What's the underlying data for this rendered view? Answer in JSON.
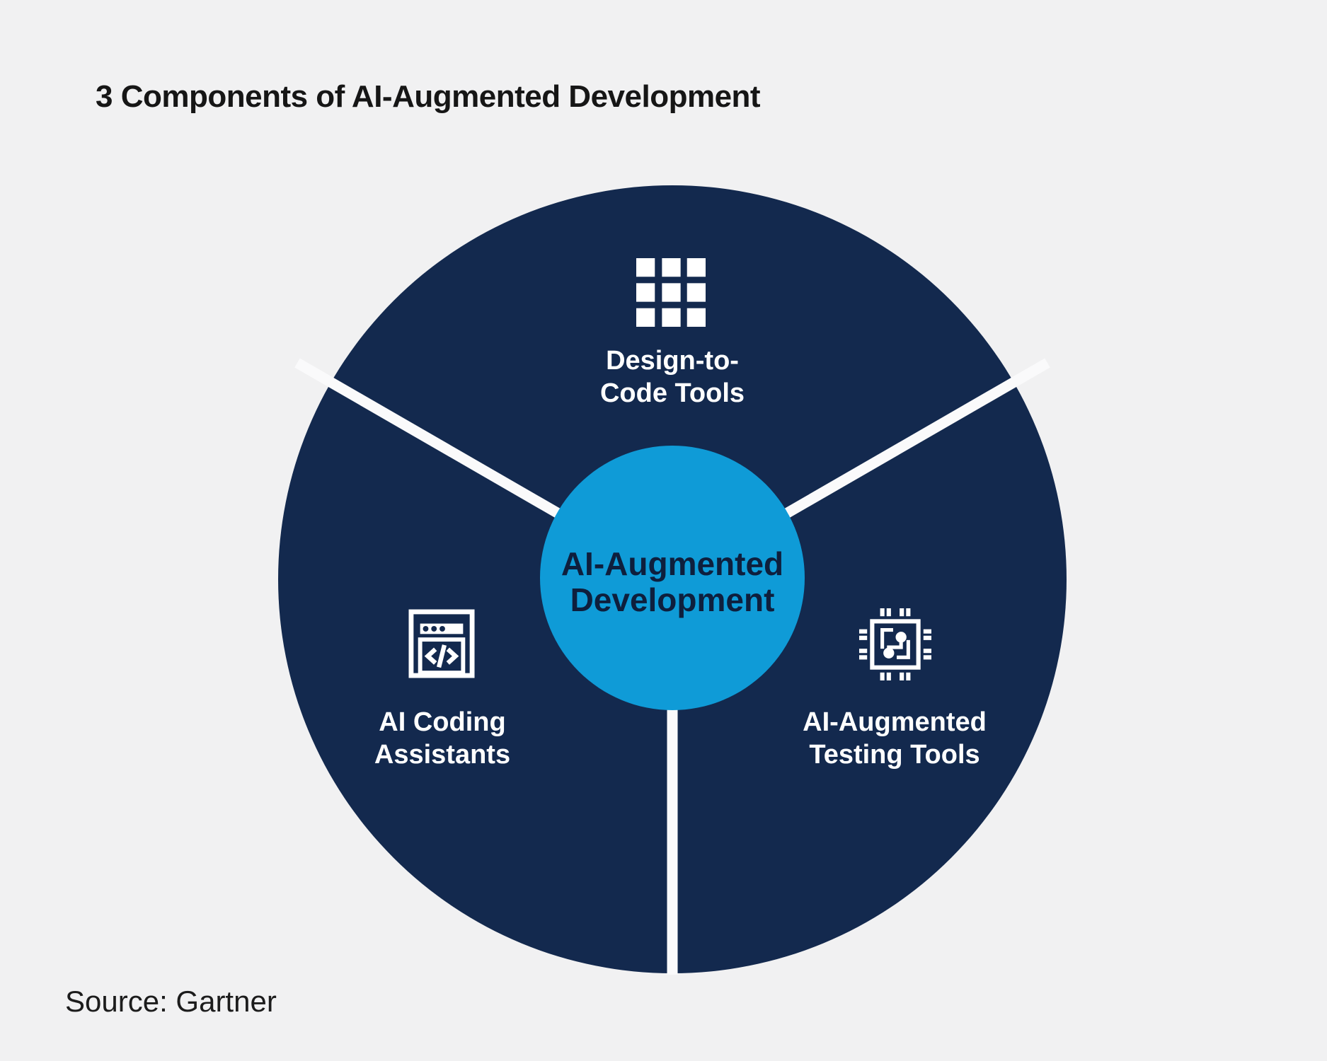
{
  "title": "3 Components of AI-Augmented Development",
  "source": "Source: Gartner",
  "colors": {
    "background": "#F1F1F2",
    "ring_navy": "#13294E",
    "center_blue": "#0F9BD7",
    "divider_white": "#FAFAFB",
    "label_white": "#FFFFFF",
    "title_black": "#161616",
    "center_text": "#0E1F3D"
  },
  "center_circle": {
    "line1": "AI-Augmented",
    "line2": "Development"
  },
  "segments": {
    "top": {
      "icon": "grid-icon",
      "line1": "Design-to-",
      "line2": "Code Tools"
    },
    "left": {
      "icon": "code-window-icon",
      "line1": "AI Coding",
      "line2": "Assistants"
    },
    "right": {
      "icon": "chip-icon",
      "line1": "AI-Augmented",
      "line2": "Testing Tools"
    }
  }
}
